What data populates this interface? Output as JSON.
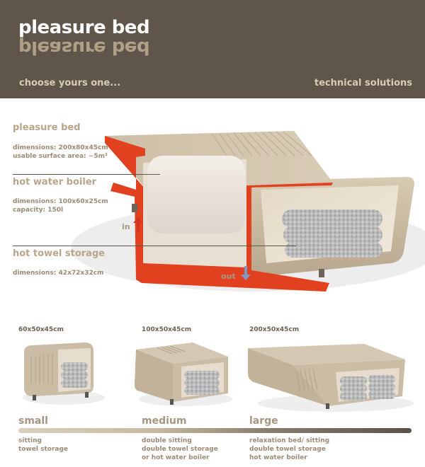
{
  "header": {
    "title": "pleasure bed",
    "subtitle_left": "choose yours one...",
    "subtitle_right": "technical solutions"
  },
  "specs": {
    "pleasure_bed": {
      "title": "pleasure bed",
      "dimensions": "dimensions: 200x80x45cm",
      "surface": "usable surface area: ~5m²"
    },
    "boiler": {
      "title": "hot water boiler",
      "dimensions": "dimensions: 100x60x25cm",
      "capacity": "capacity: 150l"
    },
    "towel": {
      "title": "hot towel storage",
      "dimensions": "dimensions: 42x72x32cm"
    }
  },
  "flow": {
    "in_label": "in",
    "out_label": "out",
    "in_color": "#d6321d",
    "out_color": "#7c9cc3"
  },
  "variants": [
    {
      "size": "60x50x45cm",
      "name": "small",
      "lines": [
        "sitting",
        "towel storage"
      ]
    },
    {
      "size": "100x50x45cm",
      "name": "medium",
      "lines": [
        "double sitting",
        "double towel storage",
        "or hot water boiler"
      ]
    },
    {
      "size": "200x50x45cm",
      "name": "large",
      "lines": [
        "relaxation bed/ sitting",
        "double towel storage",
        "hot water boiler"
      ]
    }
  ],
  "colors": {
    "header_bg": "#5f554b",
    "beige": "#cbbca5",
    "frame_red": "#e2411f"
  }
}
